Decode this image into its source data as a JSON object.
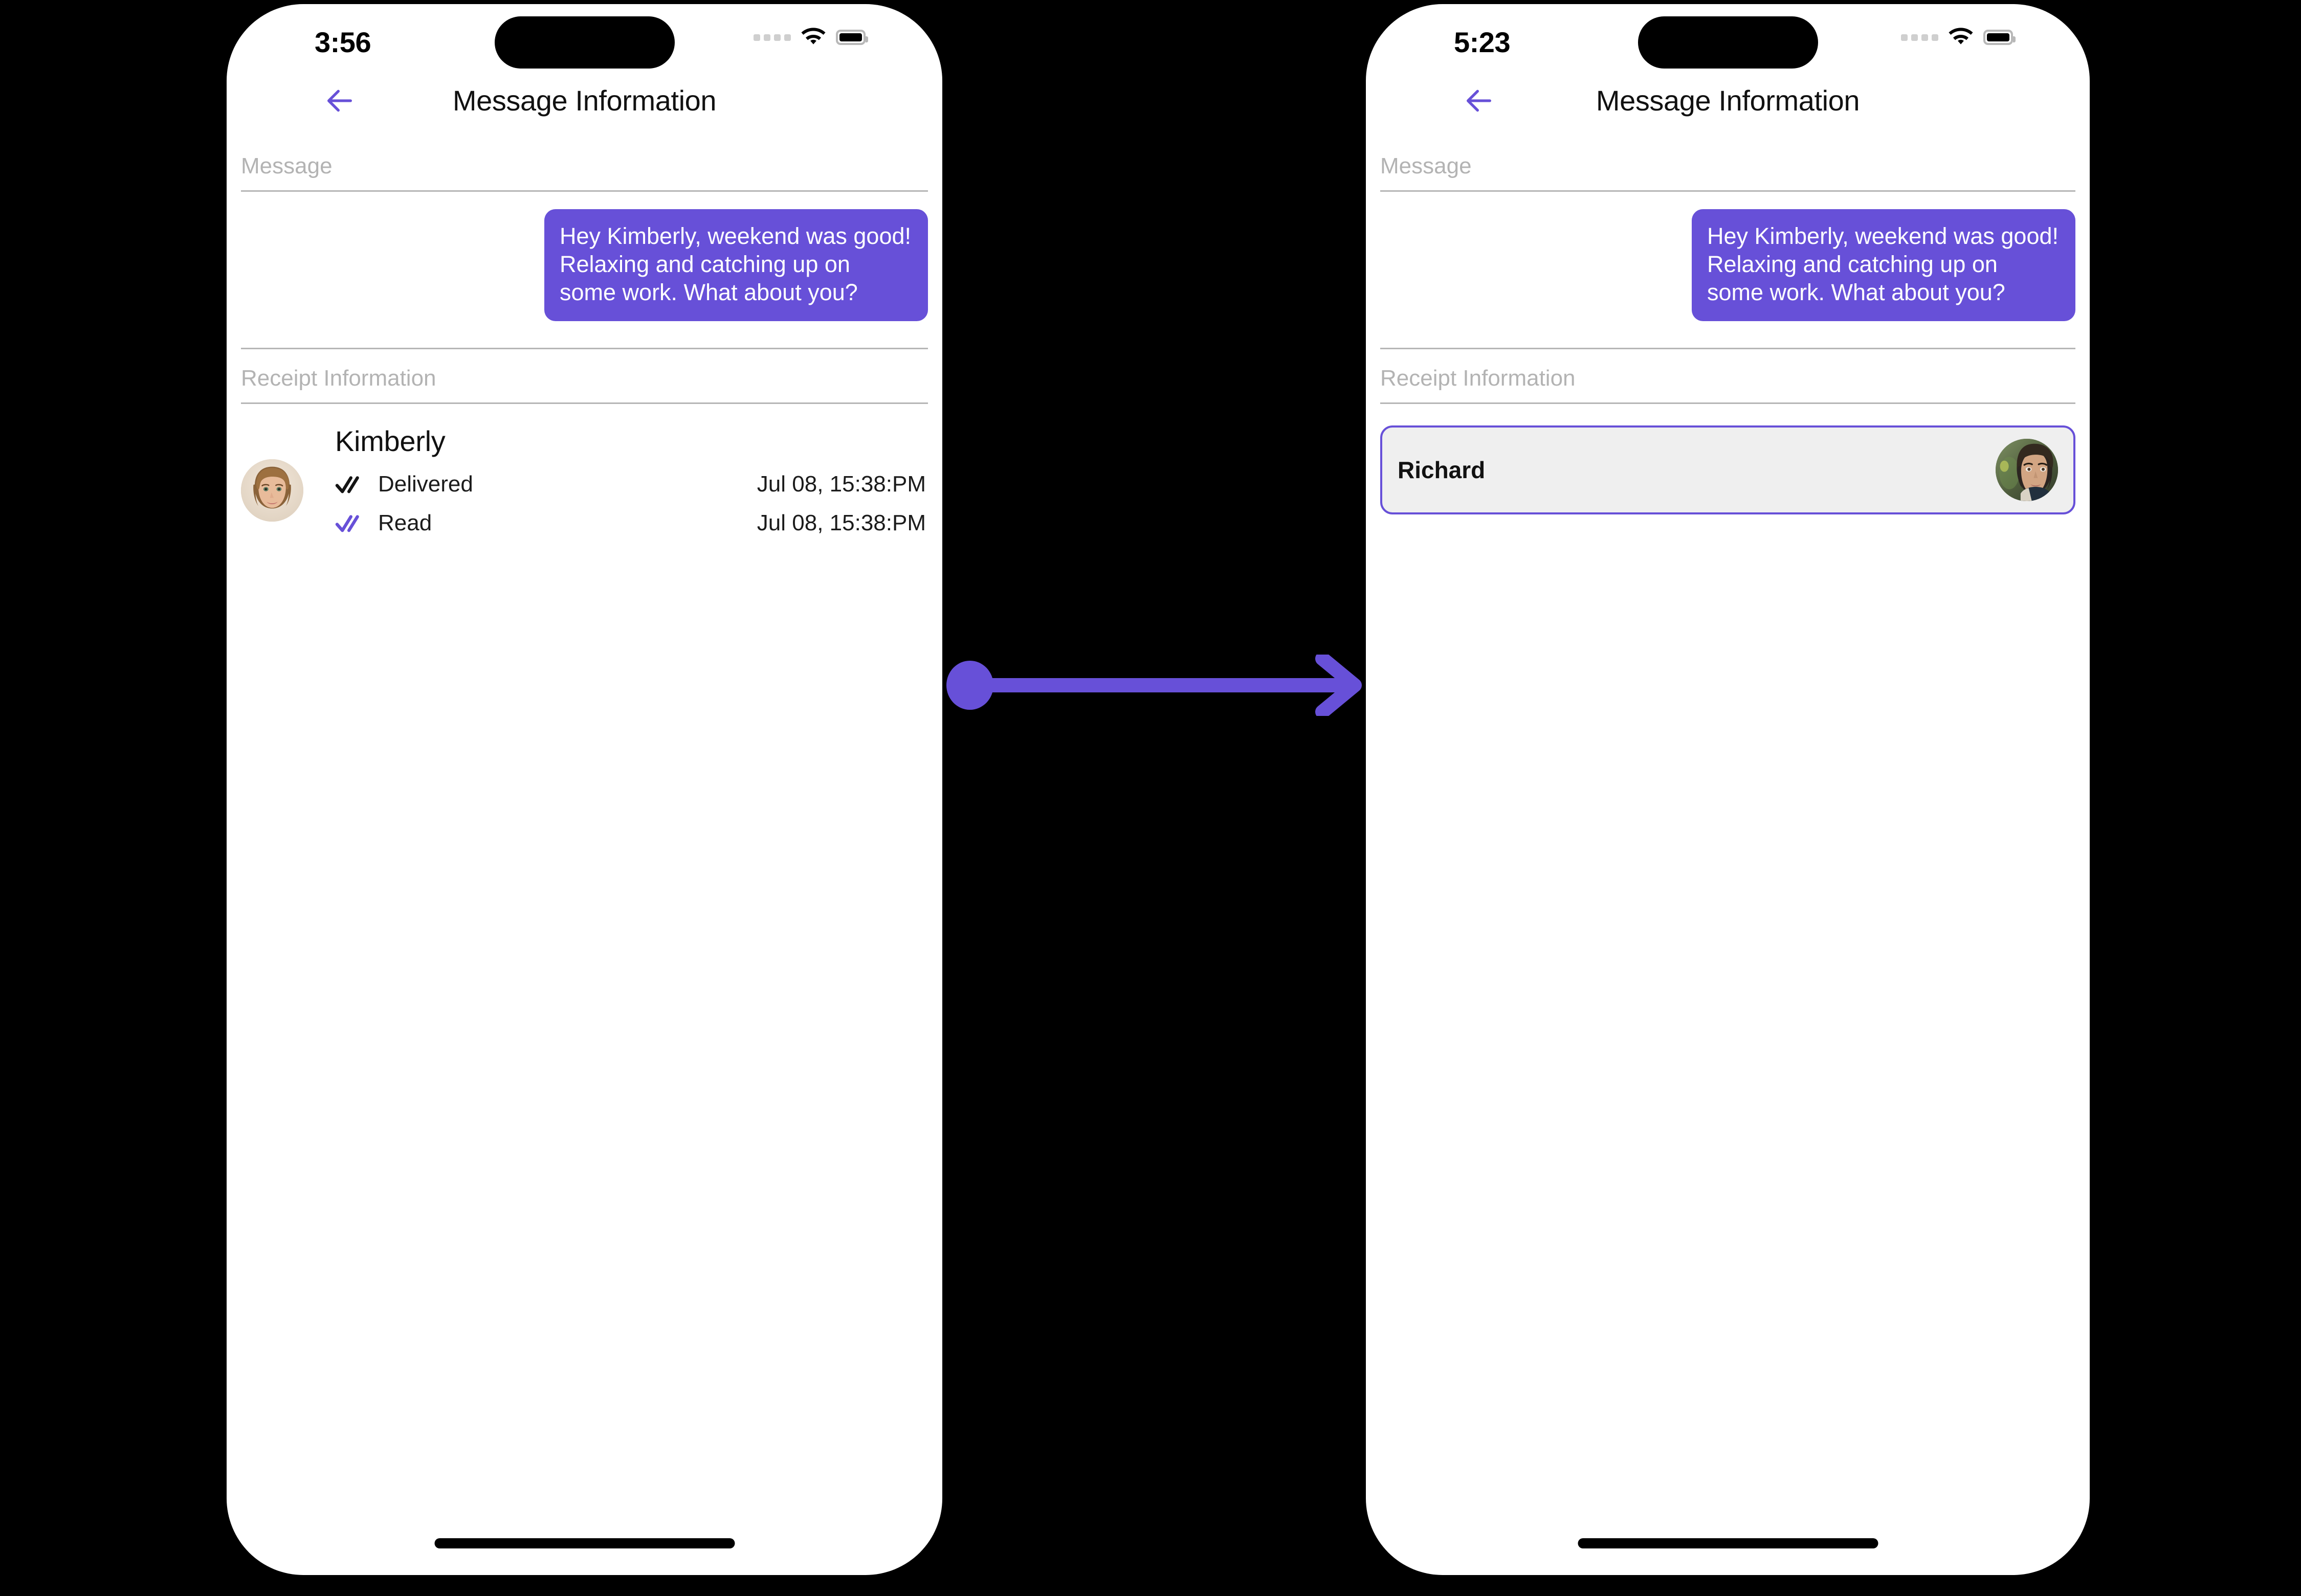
{
  "theme": {
    "accent": "#6750d8",
    "bubble_bg": "#6750d8",
    "bubble_text": "#ffffff",
    "section_label_color": "#b3b3b3",
    "card_bg": "#efefef",
    "card_border": "#6750d8",
    "page_bg": "#000000",
    "phone_bg": "#ffffff"
  },
  "screens": [
    {
      "id": "before",
      "status_bar": {
        "time": "3:56",
        "signal_icon": "signal-dots-icon",
        "wifi_icon": "wifi-icon",
        "battery_icon": "battery-full-icon"
      },
      "nav": {
        "back_icon": "arrow-left-icon",
        "title": "Message Information"
      },
      "sections": {
        "message_label": "Message",
        "receipt_label": "Receipt Information"
      },
      "message": {
        "text": "Hey Kimberly, weekend was good!  Relaxing and catching up on some work. What about you?",
        "align": "right"
      },
      "receipt": {
        "name": "Kimberly",
        "avatar_icon": "avatar-kimberly-icon",
        "rows": [
          {
            "icon": "double-check-icon",
            "icon_color": "#141414",
            "status": "Delivered",
            "time": "Jul 08, 15:38:PM"
          },
          {
            "icon": "double-check-icon",
            "icon_color": "#6750d8",
            "status": "Read",
            "time": "Jul 08, 15:38:PM"
          }
        ]
      },
      "home_indicator": "home-indicator"
    },
    {
      "id": "after",
      "status_bar": {
        "time": "5:23",
        "signal_icon": "signal-dots-icon",
        "wifi_icon": "wifi-icon",
        "battery_icon": "battery-full-icon"
      },
      "nav": {
        "back_icon": "arrow-left-icon",
        "title": "Message Information"
      },
      "sections": {
        "message_label": "Message",
        "receipt_label": "Receipt Information"
      },
      "message": {
        "text": "Hey Kimberly, weekend was good!  Relaxing and catching up on some work. What about you?",
        "align": "right"
      },
      "contact_card": {
        "name": "Richard",
        "avatar_icon": "avatar-richard-icon",
        "selected": true
      },
      "home_indicator": "home-indicator"
    }
  ],
  "annotation": {
    "type": "arrow",
    "icon": "transition-arrow-icon",
    "color": "#6750d8"
  }
}
